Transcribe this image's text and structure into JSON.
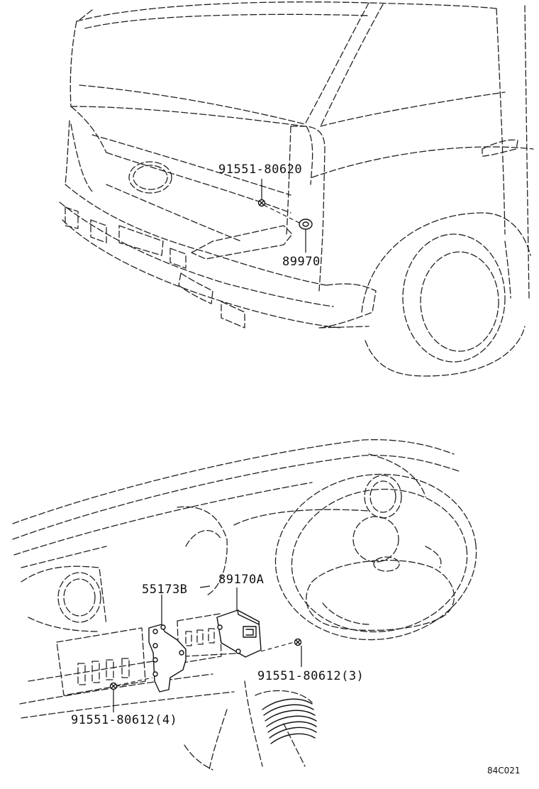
{
  "part_labels": {
    "upper_bolt": "91551-80620",
    "horn_part": "89970",
    "bracket_part": "55173B",
    "ecu_part": "89170A",
    "bolt_right": "91551-80612(3)",
    "bolt_left": "91551-80612(4)"
  },
  "figure_code": "84C021"
}
